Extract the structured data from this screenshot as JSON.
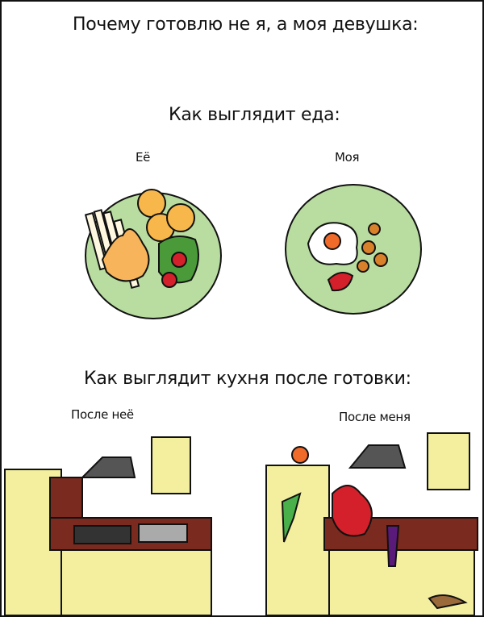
{
  "title": "Почему готовлю не я, а моя девушка:",
  "food_section": {
    "heading": "Как выглядит еда:",
    "her_label": "Её",
    "my_label": "Моя"
  },
  "kitchen_section": {
    "heading": "Как выглядит кухня после готовки:",
    "her_label": "После неё",
    "my_label": "После меня"
  },
  "colors": {
    "plate": "#b9dca0",
    "cabinet": "#f3ef9e",
    "counter": "#7a2a1e",
    "sauce": "#f7b45a",
    "stain": "#d3202a"
  }
}
